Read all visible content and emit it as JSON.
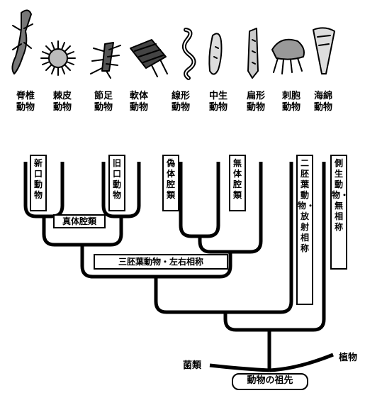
{
  "phyla": [
    {
      "id": "chordata",
      "label": "脊椎動物",
      "icon": "salamander-icon"
    },
    {
      "id": "echinodermata",
      "label": "棘皮動物",
      "icon": "starfish-icon"
    },
    {
      "id": "arthropoda",
      "label": "節足動物",
      "icon": "insect-icon"
    },
    {
      "id": "mollusca",
      "label": "軟体動物",
      "icon": "shellfish-icon"
    },
    {
      "id": "nematoda",
      "label": "線形動物",
      "icon": "roundworm-icon"
    },
    {
      "id": "mesozoa",
      "label": "中生動物",
      "icon": "mesozoan-icon"
    },
    {
      "id": "platyhelminthes",
      "label": "扁形動物",
      "icon": "flatworm-icon"
    },
    {
      "id": "cnidaria",
      "label": "刺胞動物",
      "icon": "jellyfish-icon"
    },
    {
      "id": "porifera",
      "label": "海綿動物",
      "icon": "sponge-icon"
    }
  ],
  "clades": {
    "deuterostomes": "新口動物",
    "protostomes": "旧口動物",
    "pseudocoelomates": "偽体腔類",
    "acoelomates": "無体腔類",
    "coelomates": "真体腔類",
    "triploblastic_bilateral": "三胚葉動物・左右相称",
    "diploblastic_radial": "二胚葉動物・放射相称",
    "parazoa_no_symmetry": "側生動物・無相称"
  },
  "root": {
    "label": "動物の祖先",
    "left_branch": "菌類",
    "right_branch": "植物"
  }
}
